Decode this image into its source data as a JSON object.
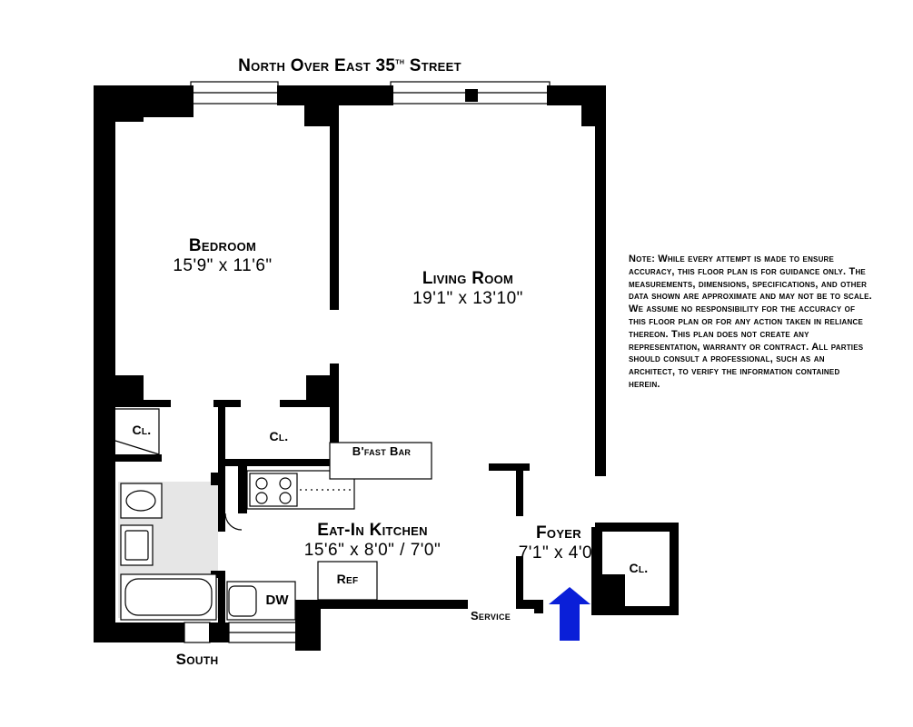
{
  "header": {
    "main": "North Over East 35",
    "sup": "th",
    "tail": " Street"
  },
  "orientation": {
    "south": "South"
  },
  "rooms": {
    "bedroom": {
      "name": "Bedroom",
      "dims": "15'9\"  x  11'6\""
    },
    "living_room": {
      "name": "Living Room",
      "dims": "19'1\"  x  13'10\""
    },
    "kitchen": {
      "name": "Eat-In Kitchen",
      "dims": "15'6\"  x  8'0\"  /  7'0\""
    },
    "foyer": {
      "name": "Foyer",
      "dims": "7'1\"  x  4'0\""
    }
  },
  "fixtures": {
    "closet_bath": "Cl.",
    "closet_hall": "Cl.",
    "closet_foyer": "Cl.",
    "bfast_bar": "B'fast Bar",
    "ref": "Ref",
    "dw": "DW",
    "service": "Service"
  },
  "note": "Note: While every attempt is made to ensure accuracy, this floor plan is for guidance only. The measurements, dimensions, specifications, and other data shown are approximate and may not be to scale. We assume no responsibility for the accuracy of this floor plan or for any action taken in reliance thereon. This plan does not create any representation, warranty or contract. All parties should consult a professional, such as an architect, to verify the information contained herein.",
  "colors": {
    "wall": "#000000",
    "entry_arrow": "#0a1fd8",
    "bath_floor": "#e6e6e6"
  }
}
